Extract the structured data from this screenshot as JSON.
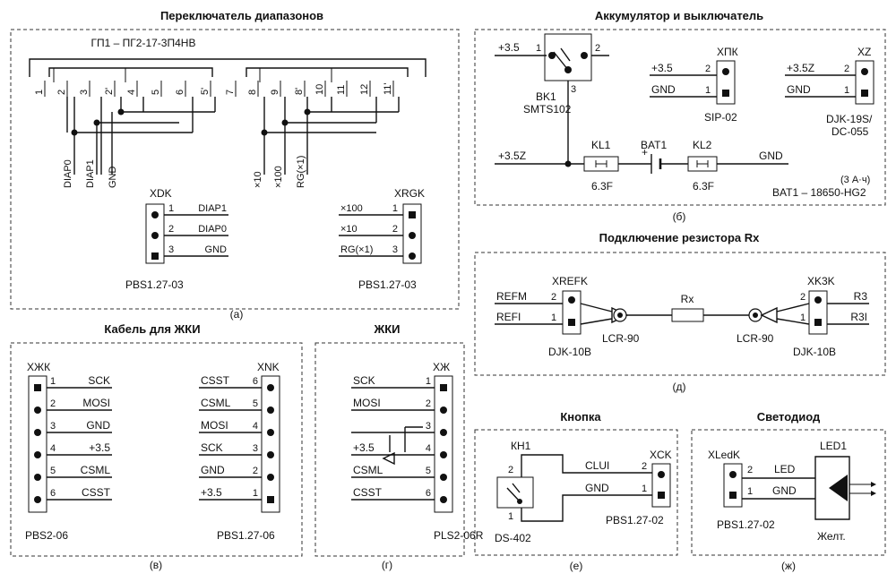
{
  "titles": {
    "a": "Переключатель диапазонов",
    "b": "Аккумулятор и выключатель",
    "d": "Подключение резистора Rx",
    "v": "Кабель для ЖКИ",
    "g": "ЖКИ",
    "e": "Кнопка",
    "zh": "Светодиод"
  },
  "captions": {
    "a": "(а)",
    "b": "(б)",
    "d": "(д)",
    "v": "(в)",
    "g": "(г)",
    "e": "(е)",
    "zh": "(ж)"
  },
  "switch_panel": {
    "part_label": "ГП1 – ПГ2-17-3П4НВ",
    "pins": [
      "1",
      "2",
      "3",
      "2'",
      "4",
      "5",
      "6",
      "5'",
      "7",
      "8",
      "9",
      "8'",
      "10",
      "11",
      "12",
      "11'"
    ],
    "signals_left": [
      "DIAP0",
      "DIAP1",
      "GND"
    ],
    "signals_right": [
      "×10",
      "×100",
      "RG(×1)"
    ],
    "xdk": {
      "name": "XDK",
      "pins": [
        {
          "num": "1",
          "sig": "DIAP1"
        },
        {
          "num": "2",
          "sig": "DIAP0"
        },
        {
          "num": "3",
          "sig": "GND"
        }
      ],
      "type": "PBS1.27-03"
    },
    "xrgk": {
      "name": "XRGK",
      "pins": [
        {
          "num": "1",
          "sig": "×100"
        },
        {
          "num": "2",
          "sig": "×10"
        },
        {
          "num": "3",
          "sig": "RG(×1)"
        }
      ],
      "type": "PBS1.27-03"
    }
  },
  "battery_panel": {
    "net_35": "+3.5",
    "sw": {
      "pin1": "1",
      "pin2": "2",
      "pin3": "3",
      "name": "BK1",
      "type": "SMTS102"
    },
    "xpk": {
      "name": "ХПК",
      "net1": "+3.5",
      "net2": "GND",
      "pin2": "2",
      "pin1": "1",
      "type": "SIP-02"
    },
    "xz": {
      "name": "XZ",
      "net1": "+3.5Z",
      "net2": "GND",
      "pin2": "2",
      "pin1": "1",
      "type1": "DJK-19S/",
      "type2": "DC-055"
    },
    "net_35z": "+3.5Z",
    "kl1": {
      "name": "KL1",
      "value": "6.3F"
    },
    "bat1": {
      "name": "BAT1",
      "plus": "+"
    },
    "kl2": {
      "name": "KL2",
      "value": "6.3F"
    },
    "gnd": "GND",
    "note1": "(3 А·ч)",
    "note2": "BAT1 – 18650-HG2"
  },
  "rx_panel": {
    "xrefk": {
      "name": "XREFK",
      "net2": "REFM",
      "net1": "REFI",
      "pin2": "2",
      "pin1": "1",
      "type": "DJK-10B"
    },
    "clip_left": "LCR-90",
    "rx": "Rx",
    "clip_right": "LCR-90",
    "xk3k": {
      "name": "XK3K",
      "net2": "R3",
      "net1": "R3I",
      "pin2": "2",
      "pin1": "1",
      "type": "DJK-10B"
    }
  },
  "cable_panel": {
    "xzhk": {
      "name": "ХЖК",
      "pins": [
        {
          "num": "1",
          "sig": "SCK"
        },
        {
          "num": "2",
          "sig": "MOSI"
        },
        {
          "num": "3",
          "sig": "GND"
        },
        {
          "num": "4",
          "sig": "+3.5"
        },
        {
          "num": "5",
          "sig": "CSML"
        },
        {
          "num": "6",
          "sig": "CSST"
        }
      ],
      "type": "PBS2-06"
    },
    "xnk": {
      "name": "XNK",
      "pins": [
        {
          "num": "6",
          "sig": "CSST"
        },
        {
          "num": "5",
          "sig": "CSML"
        },
        {
          "num": "4",
          "sig": "MOSI"
        },
        {
          "num": "3",
          "sig": "SCK"
        },
        {
          "num": "2",
          "sig": "GND"
        },
        {
          "num": "1",
          "sig": "+3.5"
        }
      ],
      "type": "PBS1.27-06"
    }
  },
  "lcd_panel": {
    "name": "ХЖ",
    "pins": [
      {
        "num": "1",
        "sig": "SCK"
      },
      {
        "num": "2",
        "sig": "MOSI"
      },
      {
        "num": "3",
        "sig": ""
      },
      {
        "num": "4",
        "sig": "+3.5"
      },
      {
        "num": "5",
        "sig": "CSML"
      },
      {
        "num": "6",
        "sig": "CSST"
      }
    ],
    "type": "PLS2-06R"
  },
  "button_panel": {
    "kh1": {
      "name": "КН1",
      "pin2": "2",
      "pin1": "1",
      "type": "DS-402"
    },
    "xck": {
      "name": "XCK",
      "net2": "CLUI",
      "net1": "GND",
      "pin2": "2",
      "pin1": "1",
      "type": "PBS1.27-02"
    }
  },
  "led_panel": {
    "xledk": {
      "name": "XLedK",
      "net2": "LED",
      "net1": "GND",
      "pin2": "2",
      "pin1": "1",
      "type": "PBS1.27-02"
    },
    "led": {
      "name": "LED1",
      "color": "Желт."
    }
  }
}
